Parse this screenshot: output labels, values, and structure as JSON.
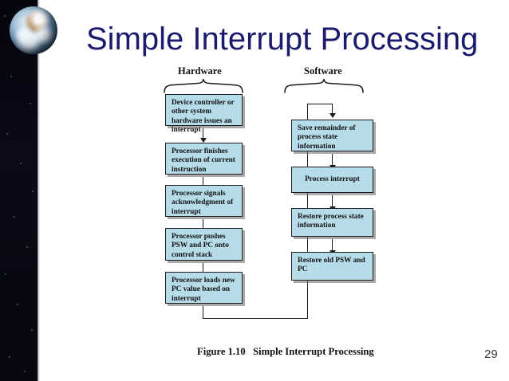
{
  "slide": {
    "title": "Simple Interrupt Processing",
    "caption": "Figure 1.10   Simple Interrupt Processing",
    "page_number": "29",
    "title_color": "#1b1b6e",
    "box_fill": "#b6dce9",
    "box_border": "#1b1b1b"
  },
  "columns": {
    "hardware_label": "Hardware",
    "software_label": "Software"
  },
  "hardware_steps": [
    {
      "text": "Device controller or other system hardware issues an interrupt"
    },
    {
      "text": "Processor finishes execution of current instruction"
    },
    {
      "text": "Processor signals acknowledgment of interrupt"
    },
    {
      "text": "Processor pushes PSW and PC onto control stack"
    },
    {
      "text": "Processor loads new PC value based on interrupt"
    }
  ],
  "software_steps": [
    {
      "text": "Save remainder of process state information"
    },
    {
      "text": "Process interrupt"
    },
    {
      "text": "Restore process state information"
    },
    {
      "text": "Restore old PSW and PC"
    }
  ]
}
